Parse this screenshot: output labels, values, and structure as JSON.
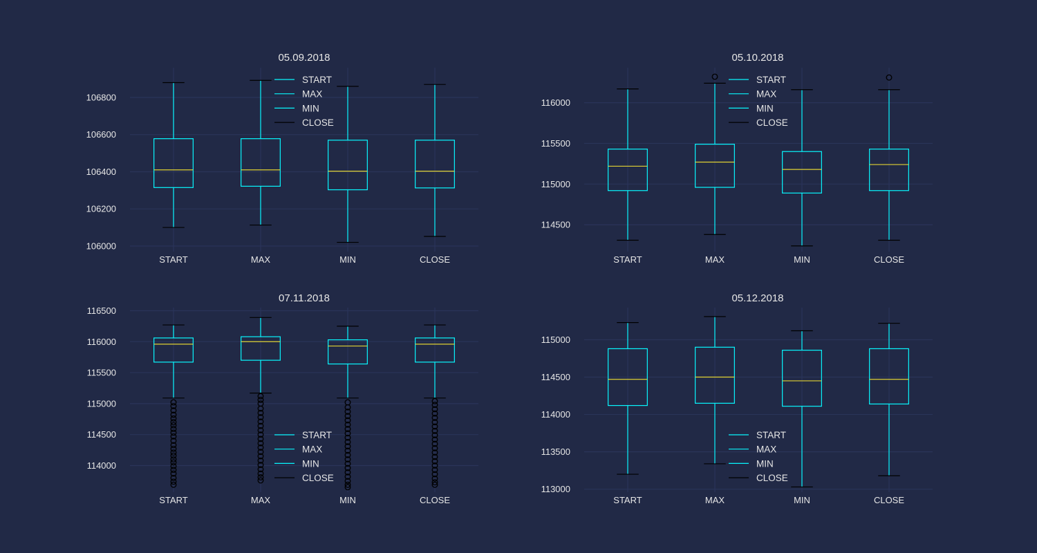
{
  "colors": {
    "background": "#212946",
    "grid": "#2a3459",
    "box": "#08F7FE",
    "median": "#E1D233",
    "close_whisker": "#000000",
    "outlier": "#000000",
    "text": "#e6e6e6"
  },
  "chart_data": [
    {
      "type": "box",
      "title": "05.09.2018",
      "categories": [
        "START",
        "MAX",
        "MIN",
        "CLOSE"
      ],
      "ylim": [
        105970,
        106960
      ],
      "yticks": [
        106000,
        106200,
        106400,
        106600,
        106800
      ],
      "grid": true,
      "legend": {
        "placement": "top-right",
        "entries": [
          "START",
          "MAX",
          "MIN",
          "CLOSE"
        ]
      },
      "boxes": [
        {
          "name": "START",
          "whisker_low": 106100,
          "q1": 106315,
          "median": 106410,
          "q3": 106578,
          "whisker_high": 106880,
          "outliers": []
        },
        {
          "name": "MAX",
          "whisker_low": 106113,
          "q1": 106322,
          "median": 106410,
          "q3": 106578,
          "whisker_high": 106892,
          "outliers": []
        },
        {
          "name": "MIN",
          "whisker_low": 106020,
          "q1": 106303,
          "median": 106403,
          "q3": 106570,
          "whisker_high": 106860,
          "outliers": []
        },
        {
          "name": "CLOSE",
          "whisker_low": 106052,
          "q1": 106313,
          "median": 106403,
          "q3": 106570,
          "whisker_high": 106870,
          "outliers": []
        }
      ]
    },
    {
      "type": "box",
      "title": "05.10.2018",
      "categories": [
        "START",
        "MAX",
        "MIN",
        "CLOSE"
      ],
      "ylim": [
        114170,
        116430
      ],
      "yticks": [
        114500,
        115000,
        115500,
        116000
      ],
      "grid": true,
      "legend": {
        "placement": "top-center",
        "entries": [
          "START",
          "MAX",
          "MIN",
          "CLOSE"
        ]
      },
      "boxes": [
        {
          "name": "START",
          "whisker_low": 114310,
          "q1": 114920,
          "median": 115220,
          "q3": 115430,
          "whisker_high": 116170,
          "outliers": []
        },
        {
          "name": "MAX",
          "whisker_low": 114380,
          "q1": 114960,
          "median": 115270,
          "q3": 115490,
          "whisker_high": 116240,
          "outliers": [
            116320
          ]
        },
        {
          "name": "MIN",
          "whisker_low": 114240,
          "q1": 114890,
          "median": 115180,
          "q3": 115400,
          "whisker_high": 116160,
          "outliers": []
        },
        {
          "name": "CLOSE",
          "whisker_low": 114310,
          "q1": 114920,
          "median": 115240,
          "q3": 115430,
          "whisker_high": 116160,
          "outliers": [
            116310
          ]
        }
      ]
    },
    {
      "type": "box",
      "title": "07.11.2018",
      "categories": [
        "START",
        "MAX",
        "MIN",
        "CLOSE"
      ],
      "ylim": [
        113570,
        116550
      ],
      "yticks": [
        114000,
        114500,
        115000,
        115500,
        116000,
        116500
      ],
      "grid": true,
      "legend": {
        "placement": "lower-center",
        "entries": [
          "START",
          "MAX",
          "MIN",
          "CLOSE"
        ]
      },
      "boxes": [
        {
          "name": "START",
          "whisker_low": 115090,
          "q1": 115670,
          "median": 115960,
          "q3": 116060,
          "whisker_high": 116270,
          "outliers": [
            115020,
            114960,
            114890,
            114820,
            114760,
            114700,
            114650,
            114590,
            114530,
            114470,
            114400,
            114330,
            114270,
            114210,
            114160,
            114100,
            114050,
            113990,
            113930,
            113870,
            113800,
            113740,
            113690
          ]
        },
        {
          "name": "MAX",
          "whisker_low": 115170,
          "q1": 115700,
          "median": 116000,
          "q3": 116080,
          "whisker_high": 116390,
          "outliers": [
            115120,
            115060,
            115000,
            114920,
            114850,
            114780,
            114710,
            114640,
            114570,
            114500,
            114430,
            114360,
            114290,
            114220,
            114150,
            114080,
            114010,
            113940,
            113870,
            113810,
            113760
          ]
        },
        {
          "name": "MIN",
          "whisker_low": 115090,
          "q1": 115640,
          "median": 115930,
          "q3": 116030,
          "whisker_high": 116250,
          "outliers": [
            115020,
            114940,
            114870,
            114800,
            114730,
            114660,
            114590,
            114520,
            114450,
            114380,
            114310,
            114240,
            114170,
            114100,
            114030,
            113960,
            113890,
            113820,
            113750,
            113690,
            113650
          ]
        },
        {
          "name": "CLOSE",
          "whisker_low": 115090,
          "q1": 115670,
          "median": 115960,
          "q3": 116060,
          "whisker_high": 116270,
          "outliers": [
            115040,
            114980,
            114910,
            114840,
            114770,
            114700,
            114630,
            114560,
            114490,
            114420,
            114350,
            114280,
            114210,
            114140,
            114070,
            114000,
            113930,
            113860,
            113790,
            113730,
            113690
          ]
        }
      ]
    },
    {
      "type": "box",
      "title": "05.12.2018",
      "categories": [
        "START",
        "MAX",
        "MIN",
        "CLOSE"
      ],
      "ylim": [
        112960,
        115430
      ],
      "yticks": [
        113000,
        113500,
        114000,
        114500,
        115000
      ],
      "grid": true,
      "legend": {
        "placement": "lower-center",
        "entries": [
          "START",
          "MAX",
          "MIN",
          "CLOSE"
        ]
      },
      "boxes": [
        {
          "name": "START",
          "whisker_low": 113200,
          "q1": 114120,
          "median": 114470,
          "q3": 114880,
          "whisker_high": 115230,
          "outliers": []
        },
        {
          "name": "MAX",
          "whisker_low": 113340,
          "q1": 114150,
          "median": 114500,
          "q3": 114900,
          "whisker_high": 115310,
          "outliers": []
        },
        {
          "name": "MIN",
          "whisker_low": 113030,
          "q1": 114110,
          "median": 114450,
          "q3": 114860,
          "whisker_high": 115120,
          "outliers": []
        },
        {
          "name": "CLOSE",
          "whisker_low": 113180,
          "q1": 114140,
          "median": 114470,
          "q3": 114880,
          "whisker_high": 115220,
          "outliers": []
        }
      ]
    }
  ]
}
